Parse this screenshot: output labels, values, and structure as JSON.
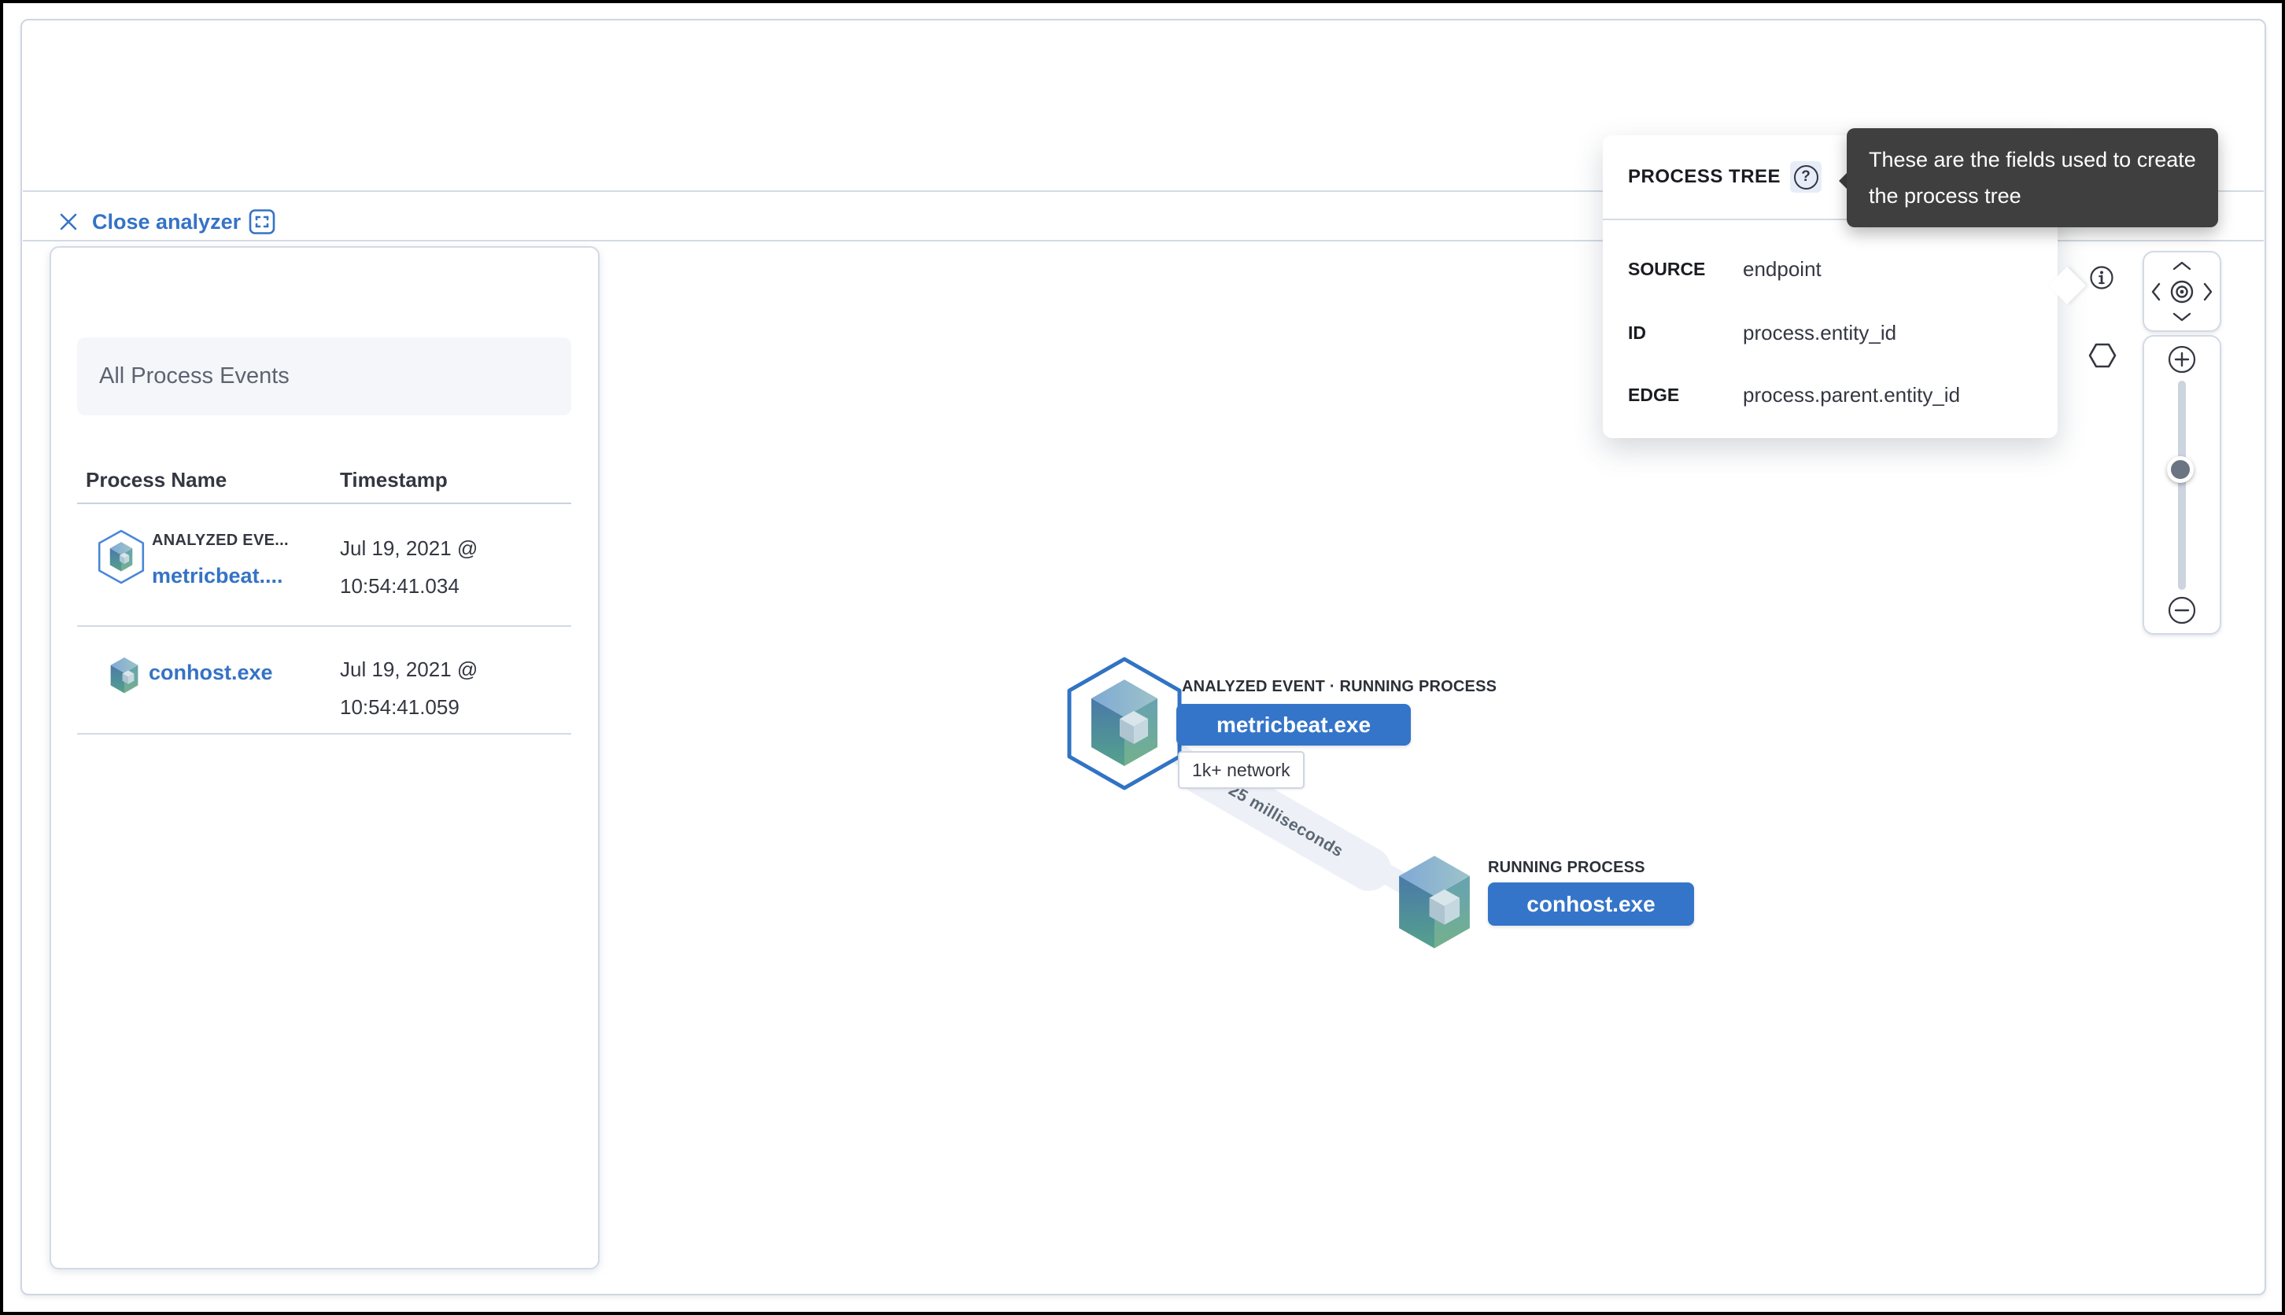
{
  "header": {
    "close_label": "Close analyzer"
  },
  "events_panel": {
    "title": "All Process Events",
    "columns": {
      "name": "Process Name",
      "timestamp": "Timestamp"
    },
    "rows": [
      {
        "event_kind": "ANALYZED EVE...",
        "name": "metricbeat....",
        "timestamp": [
          "Jul 19, 2021 @",
          "10:54:41.034"
        ]
      },
      {
        "event_kind": "",
        "name": "conhost.exe",
        "timestamp": [
          "Jul 19, 2021 @",
          "10:54:41.059"
        ]
      }
    ]
  },
  "process_tree_popover": {
    "title": "PROCESS TREE",
    "help_glyph": "?",
    "fields": [
      {
        "label": "SOURCE",
        "value": "endpoint"
      },
      {
        "label": "ID",
        "value": "process.entity_id"
      },
      {
        "label": "EDGE",
        "value": "process.parent.entity_id"
      }
    ]
  },
  "tooltip": {
    "lines": [
      "These are the fields used to create",
      "the process tree"
    ]
  },
  "graph": {
    "nodes": [
      {
        "kind_label": "ANALYZED EVENT · RUNNING PROCESS",
        "name": "metricbeat.exe",
        "badge": "1k+ network"
      },
      {
        "kind_label": "RUNNING PROCESS",
        "name": "conhost.exe"
      }
    ],
    "edge": {
      "label": "25 milliseconds"
    }
  },
  "colors": {
    "primary_blue": "#3573c5",
    "node_pill_blue": "#3575c9",
    "tooltip_bg": "#3f3f3f",
    "divider": "#d3dae6",
    "text_dark": "#343741",
    "text_muted": "#69707d"
  }
}
